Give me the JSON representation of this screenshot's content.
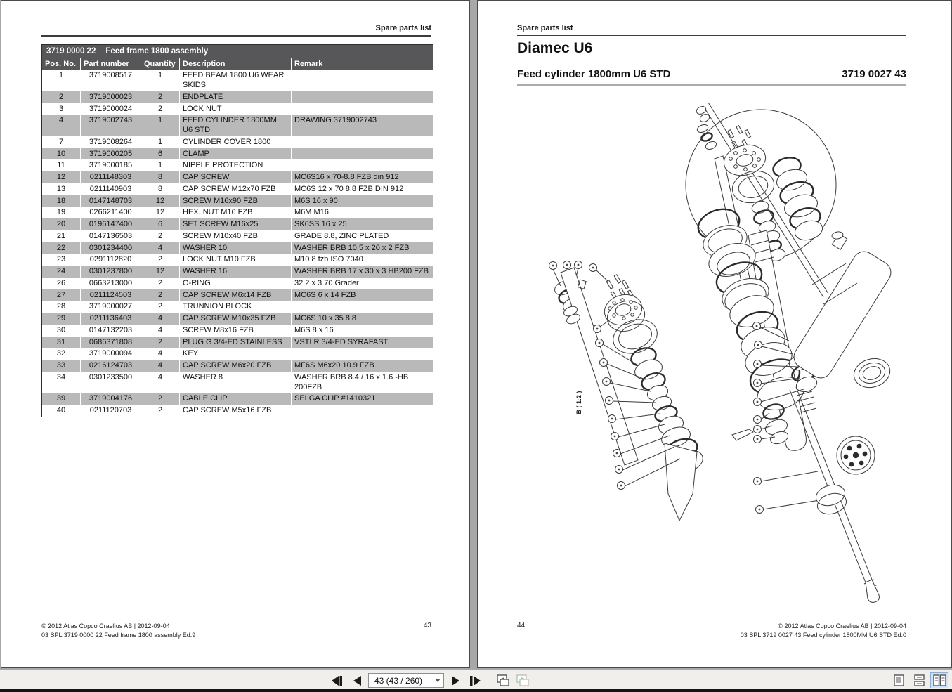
{
  "viewer": {
    "toolbar": {
      "page_field_value": "43 (43 / 260)",
      "buttons": {
        "prev_section": "previous-section",
        "prev_page": "previous-page",
        "next_page": "next-page",
        "next_section": "next-section",
        "prev_view": "previous-view",
        "next_view": "next-view",
        "single_page_view": "single-page-view",
        "continuous_view": "continuous-view",
        "facing_view": "facing-pages-view"
      },
      "selected_view": "facing-pages-view",
      "accent_color": "#cfe3f8"
    }
  },
  "left_page": {
    "header": "Spare parts list",
    "table": {
      "title_number": "3719 0000 22",
      "title_text": "Feed frame 1800 assembly",
      "columns": [
        "Pos. No.",
        "Part number",
        "Quantity",
        "Description",
        "Remark"
      ],
      "header_bg": "#57575a",
      "alt_row_bg": "#b9b9b9",
      "rows": [
        [
          "1",
          "3719008517",
          "1",
          "FEED BEAM 1800 U6 WEAR SKIDS",
          ""
        ],
        [
          "2",
          "3719000023",
          "2",
          "ENDPLATE",
          ""
        ],
        [
          "3",
          "3719000024",
          "2",
          "LOCK NUT",
          ""
        ],
        [
          "4",
          "3719002743",
          "1",
          "FEED CYLINDER 1800MM U6 STD",
          "DRAWING 3719002743"
        ],
        [
          "7",
          "3719008264",
          "1",
          "CYLINDER COVER 1800",
          ""
        ],
        [
          "10",
          "3719000205",
          "6",
          "CLAMP",
          ""
        ],
        [
          "11",
          "3719000185",
          "1",
          "NIPPLE PROTECTION",
          ""
        ],
        [
          "12",
          "0211148303",
          "8",
          "CAP SCREW",
          "MC6S16 x 70-8.8 FZB din 912"
        ],
        [
          "13",
          "0211140903",
          "8",
          "CAP SCREW M12x70 FZB",
          "MC6S 12 x 70 8.8 FZB  DIN 912"
        ],
        [
          "18",
          "0147148703",
          "12",
          "SCREW M16x90 FZB",
          "M6S 16 x 90"
        ],
        [
          "19",
          "0266211400",
          "12",
          "HEX. NUT M16 FZB",
          "M6M M16"
        ],
        [
          "20",
          "0196147400",
          "6",
          "SET SCREW M16x25",
          "SK6SS 16 x 25"
        ],
        [
          "21",
          "0147136503",
          "2",
          "SCREW M10x40 FZB",
          "GRADE 8.8, ZINC PLATED"
        ],
        [
          "22",
          "0301234400",
          "4",
          "WASHER 10",
          "WASHER BRB 10.5 x 20 x 2 FZB"
        ],
        [
          "23",
          "0291112820",
          "2",
          "LOCK NUT M10 FZB",
          "M10 8 fzb  ISO 7040"
        ],
        [
          "24",
          "0301237800",
          "12",
          "WASHER 16",
          "WASHER BRB 17 x 30 x 3 HB200 FZB"
        ],
        [
          "26",
          "0663213000",
          "2",
          "O-RING",
          "32.2 x 3  70 Grader"
        ],
        [
          "27",
          "0211124503",
          "2",
          "CAP SCREW M6x14 FZB",
          "MC6S 6 x 14 FZB"
        ],
        [
          "28",
          "3719000027",
          "2",
          "TRUNNION BLOCK",
          ""
        ],
        [
          "29",
          "0211136403",
          "4",
          "CAP SCREW M10x35 FZB",
          "MC6S 10 x 35 8.8"
        ],
        [
          "30",
          "0147132203",
          "4",
          "SCREW M8x16 FZB",
          "M6S 8 x 16"
        ],
        [
          "31",
          "0686371808",
          "2",
          "PLUG G 3/4-ED STAINLESS",
          "VSTI R 3/4-ED SYRAFAST"
        ],
        [
          "32",
          "3719000094",
          "4",
          "KEY",
          ""
        ],
        [
          "33",
          "0216124703",
          "4",
          "CAP SCREW M6x20 FZB",
          "MF6S M6x20 10.9 FZB"
        ],
        [
          "34",
          "0301233500",
          "4",
          "WASHER 8",
          "WASHER BRB 8.4 / 16 x 1.6 -HB 200FZB"
        ],
        [
          "39",
          "3719004176",
          "2",
          "CABLE CLIP",
          "SELGA CLIP #1410321"
        ],
        [
          "40",
          "0211120703",
          "2",
          "CAP SCREW M5x16 FZB",
          ""
        ]
      ]
    },
    "footer": {
      "copyright": "© 2012 Atlas Copco Craelius AB | 2012-09-04",
      "doc_ref": "03 SPL 3719 0000 22 Feed frame 1800 assembly Ed.9",
      "page_number": "43"
    }
  },
  "right_page": {
    "header": "Spare parts list",
    "title": "Diamec U6",
    "subtitle": "Feed cylinder 1800mm U6 STD",
    "part_number": "3719 0027 43",
    "diagram": {
      "type": "exploded-view technical drawing of feed cylinder",
      "detail_label": "B ( 1:2 )"
    },
    "footer": {
      "page_number": "44",
      "copyright": "© 2012 Atlas Copco Craelius AB | 2012-09-04",
      "doc_ref": "03 SPL 3719 0027 43 Feed cylinder 1800MM U6 STD Ed.0"
    }
  }
}
